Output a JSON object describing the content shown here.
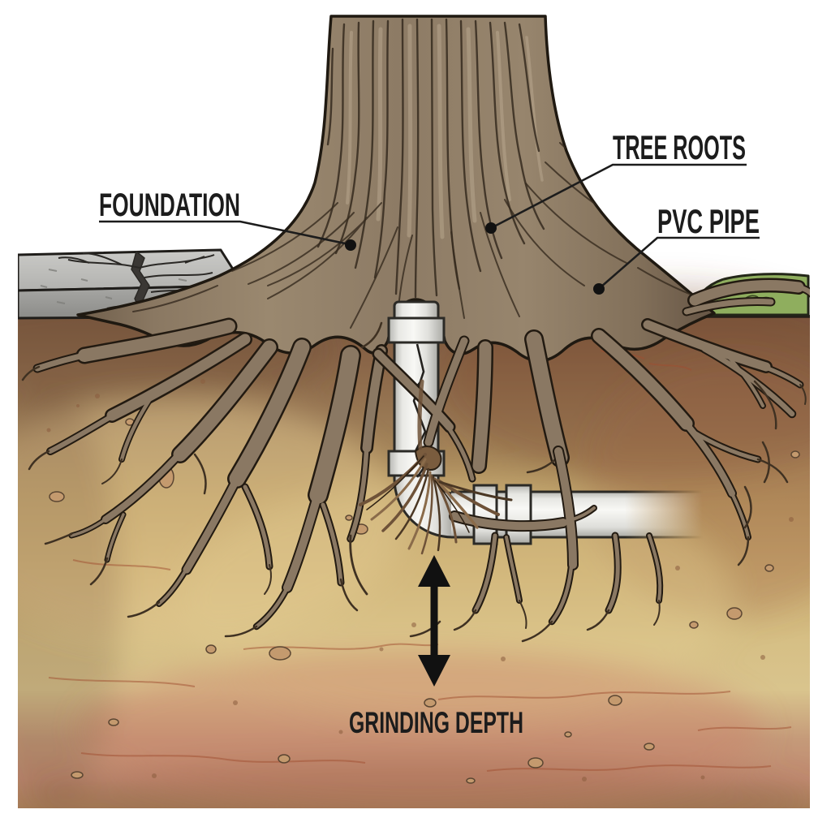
{
  "diagram": {
    "labels": {
      "foundation": "FOUNDATION",
      "tree_roots": "TREE ROOTS",
      "pvc_pipe": "PVC PIPE",
      "grinding_depth": "GRINDING DEPTH"
    },
    "colors": {
      "background": "#ffffff",
      "label_text": "#1c1c1c",
      "leader_line": "#1c1c1c",
      "trunk_brown": "#8d7b65",
      "root_fill": "#8a7863",
      "root_outline": "#221a11",
      "soil_dark_top": "#7a573e",
      "soil_gold": "#cbab70",
      "soil_pink": "#c48f74",
      "concrete_gray": "#b5b5b2",
      "grass_green": "#8fae5e",
      "pipe_white": "#f4f4f1",
      "arrow_black": "#111111"
    }
  }
}
